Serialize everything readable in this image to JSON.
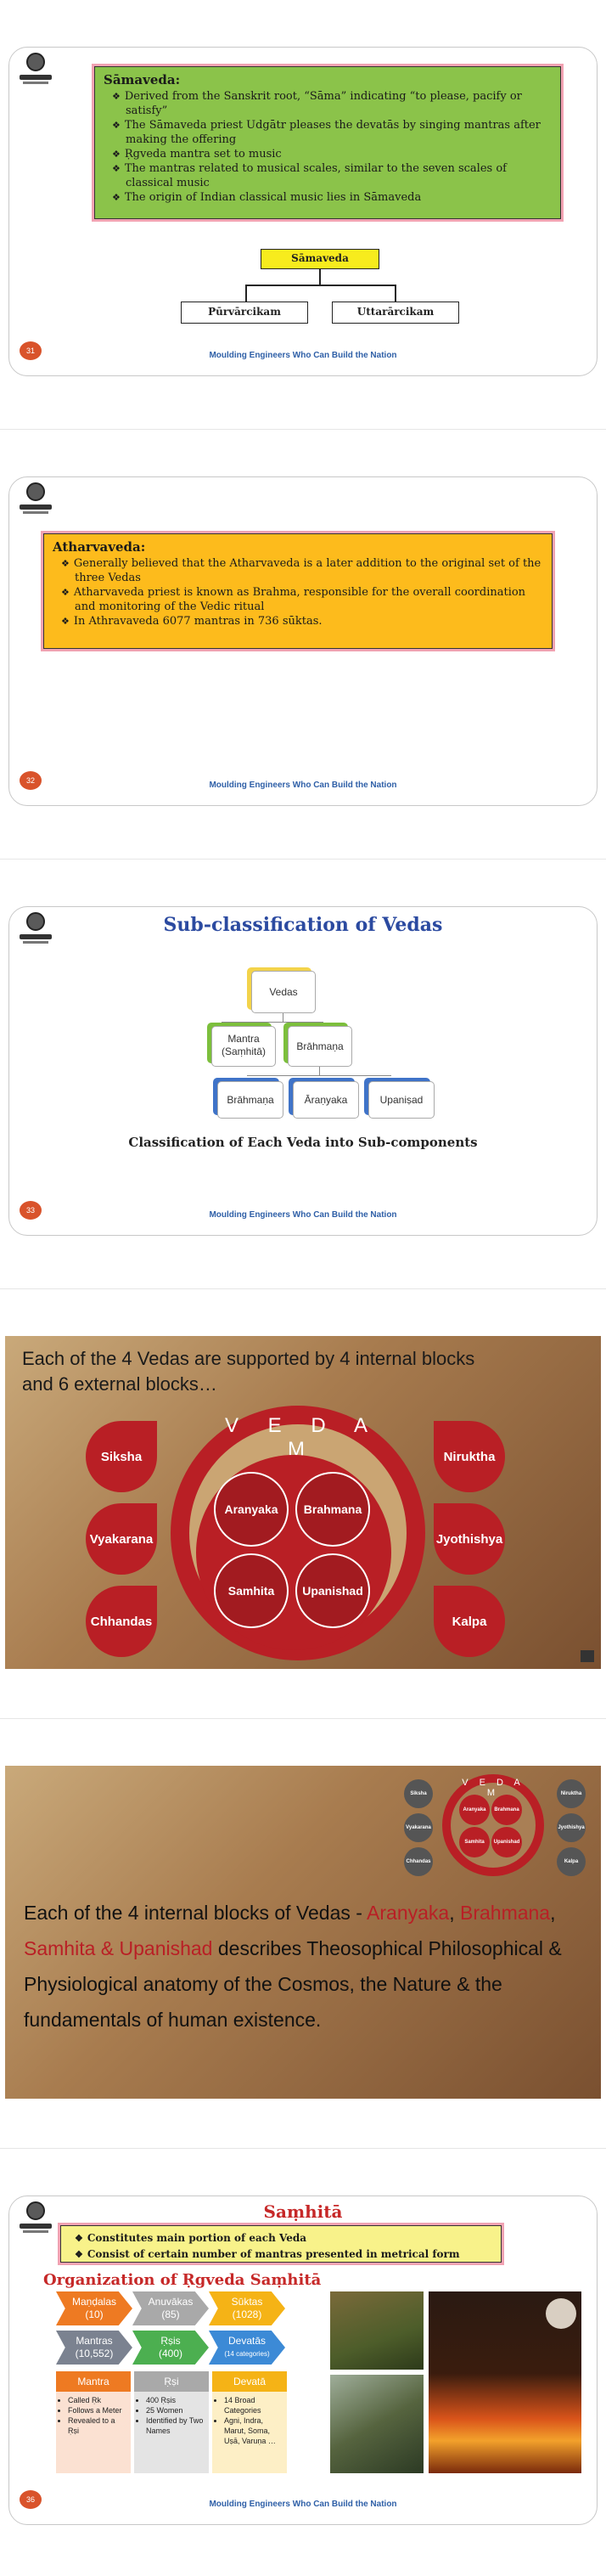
{
  "footer_text": "Moulding Engineers Who Can Build the Nation",
  "slide31": {
    "page": "31",
    "heading": "Sāmaveda:",
    "bullets": [
      "Derived from the Sanskrit root, “Sāma” indicating “to please, pacify or satisfy”",
      "The Sāmaveda priest Udgātr pleases the devatās by singing mantras after making the offering",
      "Ṛgveda mantra set to music",
      "The mantras related to musical scales, similar to the seven scales of classical music",
      "The origin of Indian classical music lies in Sāmaveda"
    ],
    "tree_root": "Sāmaveda",
    "tree_left": "Pūrvārcikam",
    "tree_right": "Uttarārcikam"
  },
  "slide32": {
    "page": "32",
    "heading": "Atharvaveda:",
    "bullets": [
      "Generally believed that the Atharvaveda is a later addition to the original set of the three Vedas",
      "Atharvaveda priest is known as Brahma, responsible for the overall coordination and monitoring of the Vedic ritual",
      "In Athravaveda 6077 mantras in 736 sūktas."
    ]
  },
  "slide33": {
    "page": "33",
    "title": "Sub-classification of Vedas",
    "root": "Vedas",
    "mid_left": "Mantra\n(Saṃhitā)",
    "mid_right": "Brāhmaṇa",
    "leaf1": "Brāhmaṇa",
    "leaf2": "Āraṇyaka",
    "leaf3": "Upaniṣad",
    "caption": "Classification of Each Veda into Sub-components"
  },
  "slide34": {
    "heading_line1": "Each of the 4 Vedas are supported by 4 internal blocks",
    "heading_line2": "and 6 external blocks…",
    "ring_text": "V E D A M",
    "inner": [
      "Aranyaka",
      "Brahmana",
      "Samhita",
      "Upanishad"
    ],
    "left": [
      "Siksha",
      "Vyakarana",
      "Chhandas"
    ],
    "right": [
      "Niruktha",
      "Jyothishya",
      "Kalpa"
    ]
  },
  "slide35": {
    "mini_ring": "V E D A M",
    "mini_inner": [
      "Aranyaka",
      "Brahmana",
      "Samhita",
      "Upanishad"
    ],
    "mini_left": [
      "Siksha",
      "Vyakarana",
      "Chhandas"
    ],
    "mini_right": [
      "Niruktha",
      "Jyothishya",
      "Kalpa"
    ],
    "text_part1": "Each of the 4 internal blocks of Vedas - ",
    "text_red1": "Aranyaka",
    "text_part2": ", ",
    "text_red2": "Brahmana",
    "text_part3": ", ",
    "text_red3": "Samhita & Upanishad",
    "text_part4": " describes Theosophical Philosophical & Physiological anatomy of the Cosmos, the Nature & the fundamentals of human existence."
  },
  "slide36": {
    "page": "36",
    "title": "Saṃhitā",
    "bullets": [
      "Constitutes main portion of each Veda",
      "Consist of certain number of mantras presented in metrical form"
    ],
    "org_title": "Organization of Ṛgveda Saṃhitā",
    "row1": [
      {
        "label": "Maṇḍalas",
        "value": "(10)"
      },
      {
        "label": "Anuvākas",
        "value": "(85)"
      },
      {
        "label": "Sūktas",
        "value": "(1028)"
      }
    ],
    "row2": [
      {
        "label": "Mantras",
        "value": "(10,552)"
      },
      {
        "label": "Ṛṣis",
        "value": "(400)"
      },
      {
        "label": "Devatās",
        "value": "(14 categories)"
      }
    ],
    "col_heads": [
      "Mantra",
      "Ṛṣi",
      "Devatā"
    ],
    "col1": [
      "Called Ṛk",
      "Follows a Meter",
      "Revealed to a Ṛṣi"
    ],
    "col2": [
      "400 Ṛṣis",
      "25 Women",
      "Identified by Two Names"
    ],
    "col3": [
      "14 Broad Categories",
      "Agni, Indra, Marut, Soma, Uṣā, Varuṇa …"
    ]
  }
}
